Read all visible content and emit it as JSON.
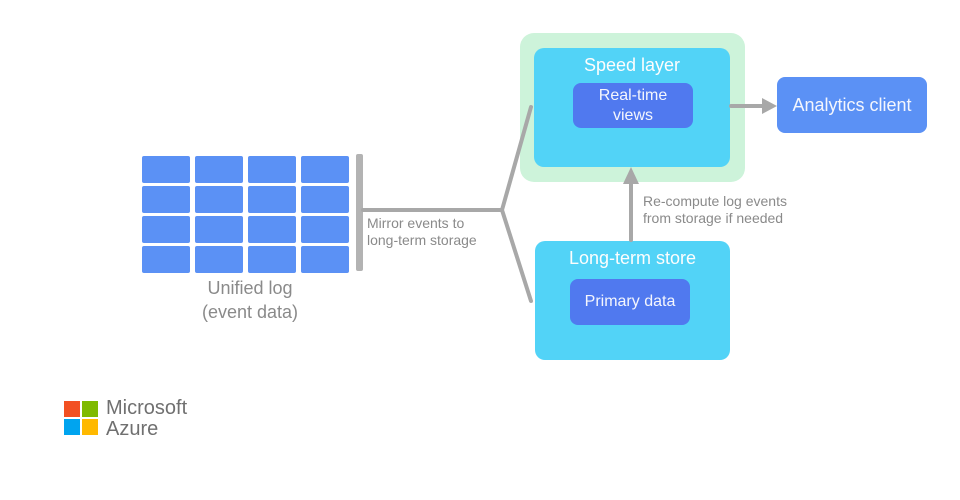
{
  "palette": {
    "grid_blue": "#5b91f5",
    "box_blue": "#5b91f5",
    "button_blue": "#5079ef",
    "cyan": "#52d3f7",
    "mint": "#cdf3da",
    "connector_gray": "#a8a8a8",
    "bar_gray": "#b3b3b3",
    "label_gray": "#8a8a8a",
    "logo_gray": "#707070",
    "ms_red": "#f25022",
    "ms_green": "#7fba00",
    "ms_blue": "#00a4ef",
    "ms_yellow": "#ffb900"
  },
  "diagram": {
    "unified_log": {
      "label_line1": "Unified log",
      "label_line2": "(event data)",
      "grid_rows": 4,
      "grid_cols": 4
    },
    "mirror_label": {
      "line1": "Mirror events to",
      "line2": "long-term storage"
    },
    "speed_layer": {
      "title": "Speed layer",
      "inner_label_line1": "Real-time",
      "inner_label_line2": "views"
    },
    "analytics_client": {
      "label": "Analytics client"
    },
    "long_term_store": {
      "title": "Long-term store",
      "inner_label": "Primary data"
    },
    "recompute_label": {
      "line1": "Re-compute log events",
      "line2": "from storage if needed"
    },
    "logo": {
      "line1": "Microsoft",
      "line2": "Azure"
    }
  }
}
